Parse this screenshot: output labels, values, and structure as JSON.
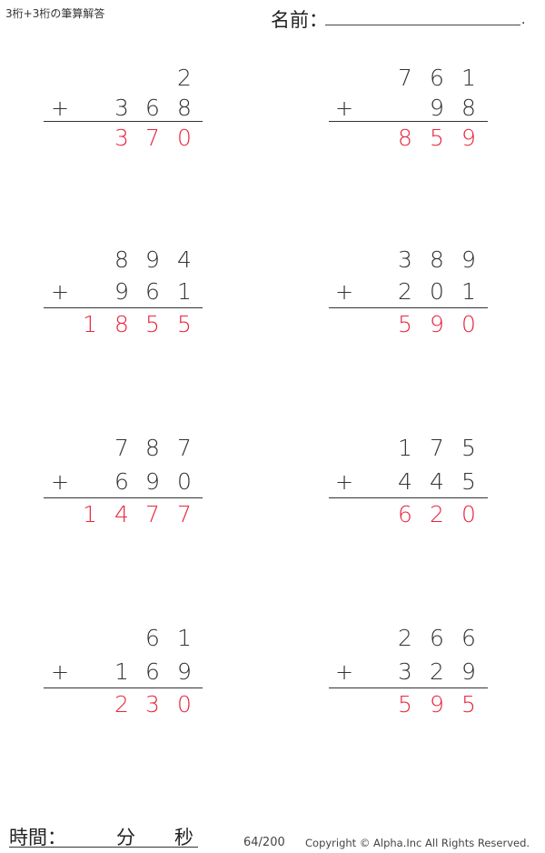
{
  "header": {
    "title": "3桁+3桁の筆算解答",
    "name_label": "名前：",
    "name_trailing": "."
  },
  "colors": {
    "text": "#333333",
    "answer": "#e8263f",
    "rule": "#333333"
  },
  "problems": [
    {
      "top": [
        "",
        "",
        "2"
      ],
      "bottom": [
        "3",
        "6",
        "8"
      ],
      "op": "+",
      "answer": [
        "",
        "3",
        "7",
        "0"
      ]
    },
    {
      "top": [
        "7",
        "6",
        "1"
      ],
      "bottom": [
        "",
        "9",
        "8"
      ],
      "op": "+",
      "answer": [
        "",
        "8",
        "5",
        "9"
      ]
    },
    {
      "top": [
        "8",
        "9",
        "4"
      ],
      "bottom": [
        "9",
        "6",
        "1"
      ],
      "op": "+",
      "answer": [
        "1",
        "8",
        "5",
        "5"
      ]
    },
    {
      "top": [
        "3",
        "8",
        "9"
      ],
      "bottom": [
        "2",
        "0",
        "1"
      ],
      "op": "+",
      "answer": [
        "",
        "5",
        "9",
        "0"
      ]
    },
    {
      "top": [
        "7",
        "8",
        "7"
      ],
      "bottom": [
        "6",
        "9",
        "0"
      ],
      "op": "+",
      "answer": [
        "1",
        "4",
        "7",
        "7"
      ]
    },
    {
      "top": [
        "1",
        "7",
        "5"
      ],
      "bottom": [
        "4",
        "4",
        "5"
      ],
      "op": "+",
      "answer": [
        "",
        "6",
        "2",
        "0"
      ]
    },
    {
      "top": [
        "",
        "6",
        "1"
      ],
      "bottom": [
        "1",
        "6",
        "9"
      ],
      "op": "+",
      "answer": [
        "",
        "2",
        "3",
        "0"
      ]
    },
    {
      "top": [
        "2",
        "6",
        "6"
      ],
      "bottom": [
        "3",
        "2",
        "9"
      ],
      "op": "+",
      "answer": [
        "",
        "5",
        "9",
        "5"
      ]
    }
  ],
  "footer": {
    "time_label": "時間：",
    "minutes_label": "分",
    "seconds_label": "秒",
    "page": "64/200",
    "copyright": "Copyright © Alpha.Inc All Rights Reserved."
  }
}
